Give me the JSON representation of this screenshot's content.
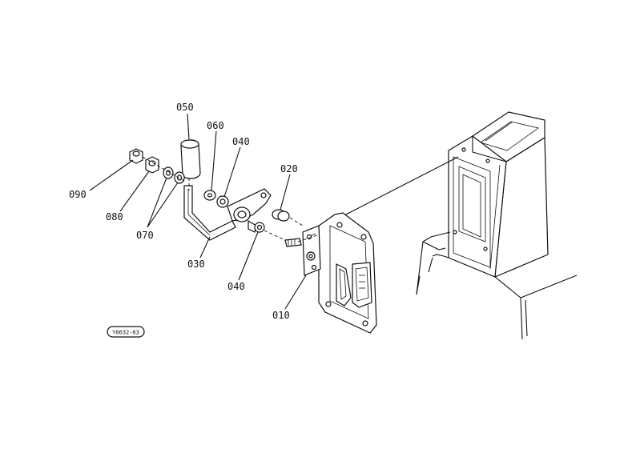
{
  "diagram": {
    "parts": {
      "p010": "010",
      "p020": "020",
      "p030": "030",
      "p040a": "040",
      "p040b": "040",
      "p050": "050",
      "p060": "060",
      "p070": "070",
      "p080": "080",
      "p090": "090"
    },
    "reference": "Y0632-03"
  }
}
